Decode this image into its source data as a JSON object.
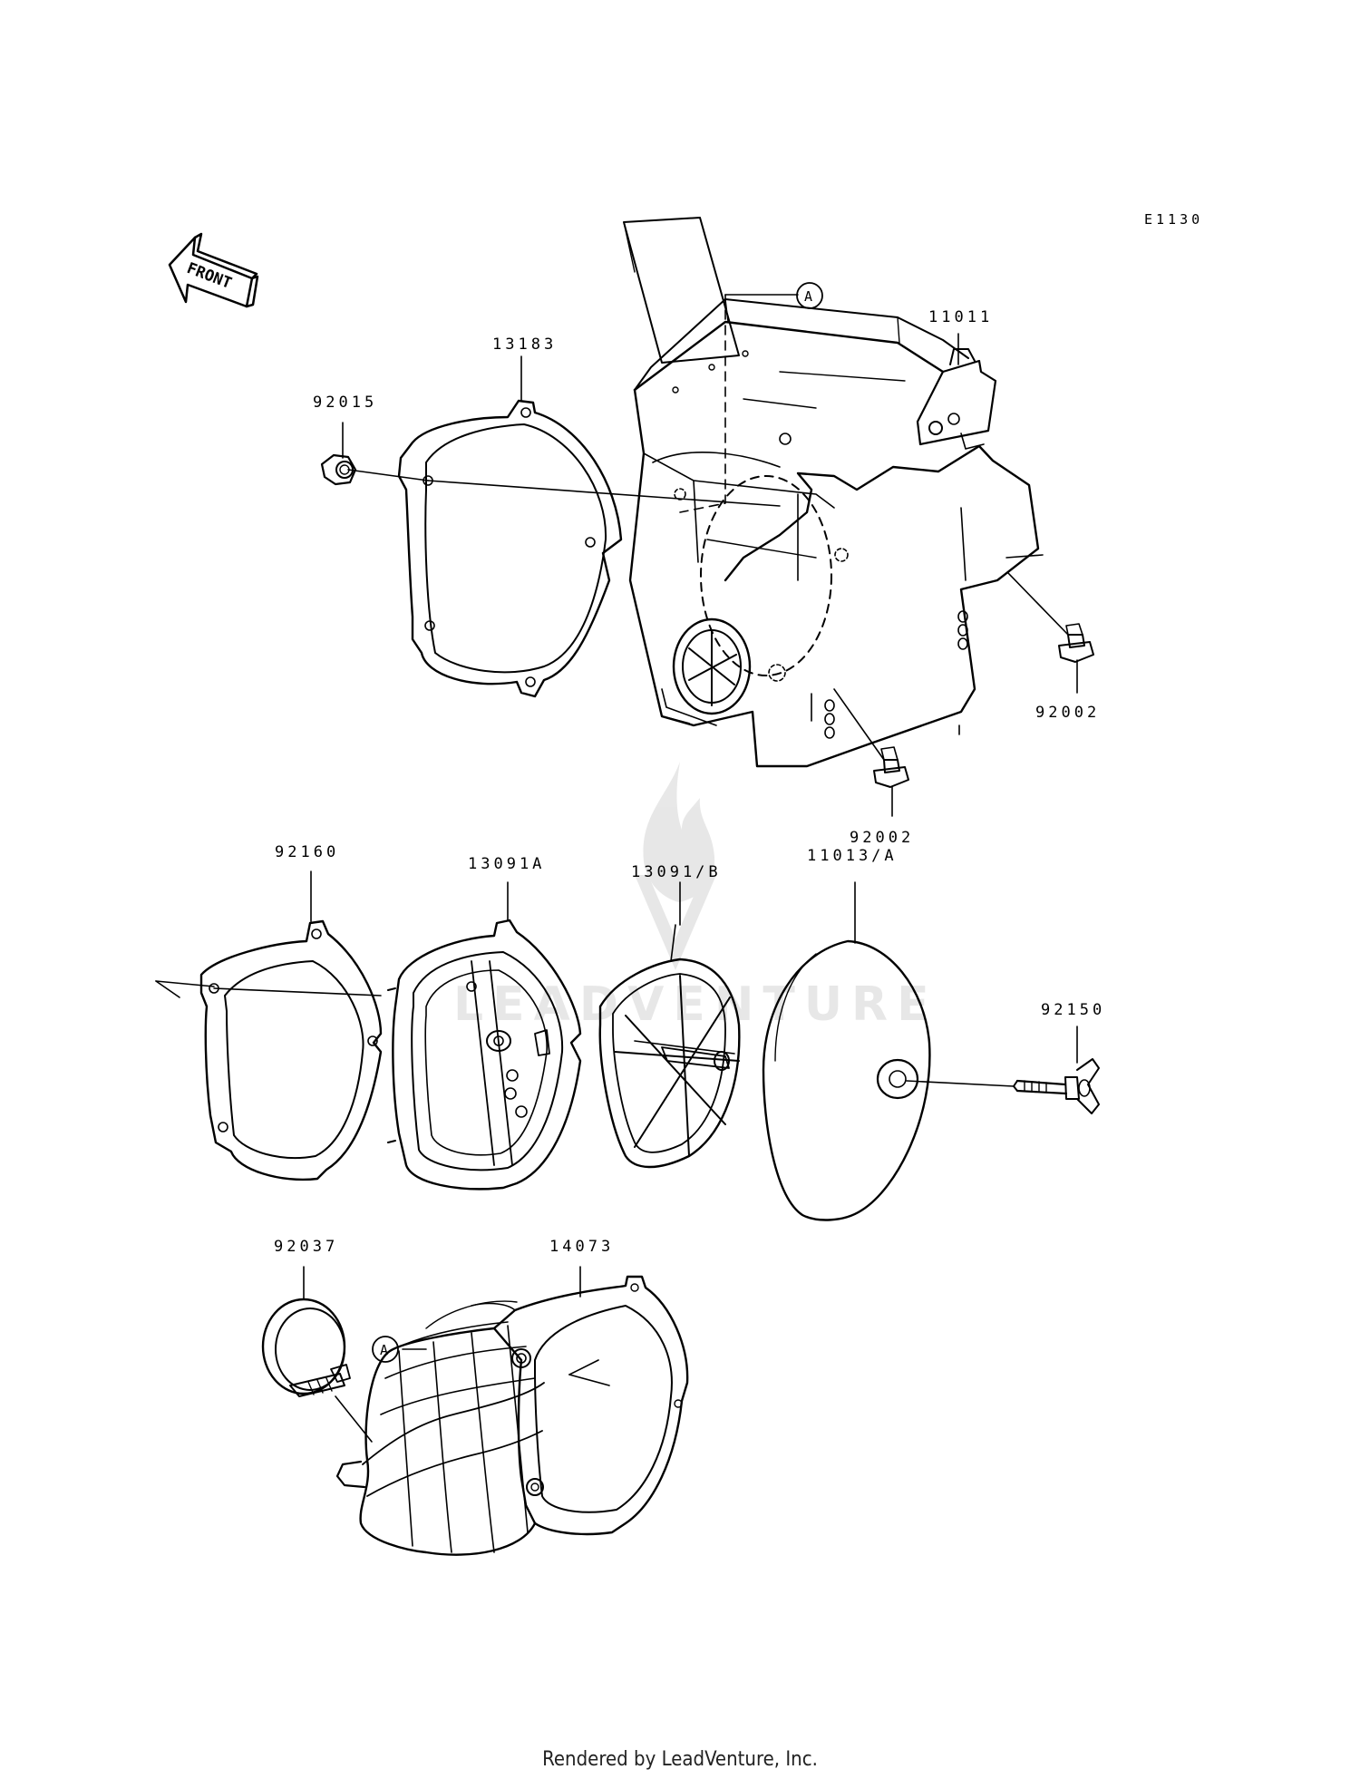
{
  "diagram": {
    "code": "E1130",
    "front_label": "FRONT",
    "ref_marker": "A",
    "watermark": "LEADVENTURE",
    "parts": [
      {
        "id": "p11011",
        "number": "11011",
        "name": "air-cleaner-housing"
      },
      {
        "id": "p13183",
        "number": "13183",
        "name": "housing-gasket"
      },
      {
        "id": "p92015",
        "number": "92015",
        "name": "nut"
      },
      {
        "id": "p92002a",
        "number": "92002",
        "name": "bolt-right"
      },
      {
        "id": "p92002b",
        "number": "92002",
        "name": "bolt-lower"
      },
      {
        "id": "p92160",
        "number": "92160",
        "name": "filter-gasket"
      },
      {
        "id": "p13091a",
        "number": "13091A",
        "name": "filter-holder"
      },
      {
        "id": "p13091b",
        "number": "13091/B",
        "name": "filter-frame"
      },
      {
        "id": "p11013",
        "number": "11013/A",
        "name": "air-filter-element"
      },
      {
        "id": "p92150",
        "number": "92150",
        "name": "wing-bolt"
      },
      {
        "id": "p92037",
        "number": "92037",
        "name": "hose-clamp"
      },
      {
        "id": "p14073",
        "number": "14073",
        "name": "intake-duct"
      }
    ]
  },
  "footer": "Rendered by LeadVenture, Inc."
}
